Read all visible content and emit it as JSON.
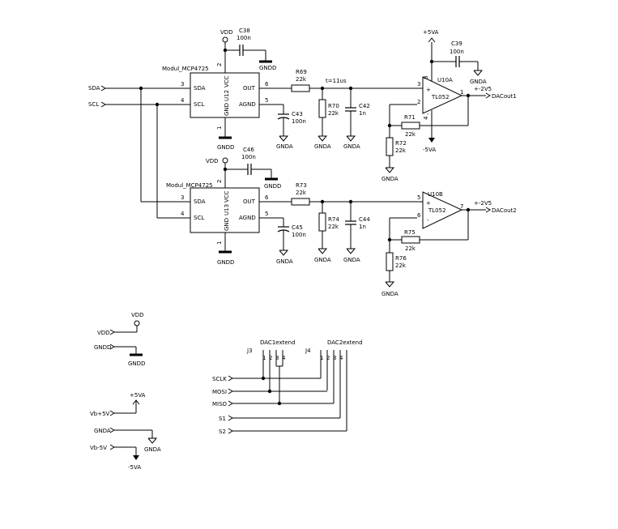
{
  "u12": {
    "module": "Modul_MCP4725",
    "ref": "U12",
    "sda": "SDA",
    "scl": "SCL",
    "out": "OUT",
    "agnd": "AGND",
    "vcc": "VCC",
    "gnd": "GND",
    "p3": "3",
    "p4": "4",
    "p6": "6",
    "p5": "5",
    "p2": "2",
    "p1": "1"
  },
  "u13": {
    "module": "Modul_MCP4725",
    "ref": "U13",
    "sda": "SDA",
    "scl": "SCL",
    "out": "OUT",
    "agnd": "AGND",
    "vcc": "VCC",
    "gnd": "GND",
    "p3": "3",
    "p4": "4",
    "p6": "6",
    "p5": "5",
    "p2": "2",
    "p1": "1"
  },
  "c38": {
    "ref": "C38",
    "val": "100n"
  },
  "c46": {
    "ref": "C46",
    "val": "100n"
  },
  "c43": {
    "ref": "C43",
    "val": "100n"
  },
  "c45": {
    "ref": "C45",
    "val": "100n"
  },
  "c42": {
    "ref": "C42",
    "val": "1n"
  },
  "c44": {
    "ref": "C44",
    "val": "1n"
  },
  "c39": {
    "ref": "C39",
    "val": "100n"
  },
  "r69": {
    "ref": "R69",
    "val": "22k"
  },
  "r70": {
    "ref": "R70",
    "val": "22k"
  },
  "r71": {
    "ref": "R71",
    "val": "22k"
  },
  "r72": {
    "ref": "R72",
    "val": "22k"
  },
  "r73": {
    "ref": "R73",
    "val": "22k"
  },
  "r74": {
    "ref": "R74",
    "val": "22k"
  },
  "r75": {
    "ref": "R75",
    "val": "22k"
  },
  "r76": {
    "ref": "R76",
    "val": "22k"
  },
  "tau": "t=11us",
  "u10a": {
    "ref": "U10A",
    "part": "TL052",
    "p3": "3",
    "p2": "2",
    "p1": "1",
    "p8": "8",
    "p4": "4",
    "plus": "+",
    "minus": "-"
  },
  "u10b": {
    "ref": "U10B",
    "part": "TL052",
    "p5": "5",
    "p6": "6",
    "p7": "7",
    "plus": "+",
    "minus": "-"
  },
  "nets": {
    "vdd": "VDD",
    "gndd": "GNDD",
    "gnda": "GNDA",
    "p5va": "+5VA",
    "m5va": "-5VA",
    "sda": "SDA",
    "scl": "SCL",
    "dacout1": "DACout1",
    "dacout2": "DACout2",
    "v2v5a": "+-2V5",
    "v2v5b": "+-2V5",
    "vddp": "VDD",
    "gnddp": "GNDD",
    "vbp": "Vb+5V",
    "gndap": "GNDA",
    "vbm": "Vb-5V",
    "sclk": "SCLK",
    "mosi": "MOSI",
    "miso": "MISO",
    "s1": "S1",
    "s2": "S2"
  },
  "j3": {
    "ref": "J3",
    "name": "DAC1extend",
    "pins": [
      "1",
      "2",
      "3",
      "4"
    ]
  },
  "j4": {
    "ref": "J4",
    "name": "DAC2extend",
    "pins": [
      "1",
      "2",
      "3",
      "4"
    ]
  }
}
